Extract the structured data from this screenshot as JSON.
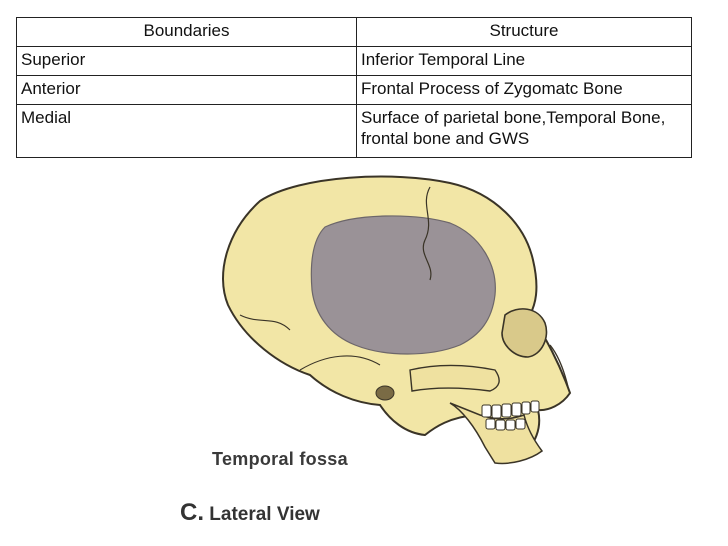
{
  "table": {
    "headers": [
      "Boundaries",
      "Structure"
    ],
    "rows": [
      {
        "boundary": "Superior",
        "structure": "Inferior Temporal Line"
      },
      {
        "boundary": "Anterior",
        "structure": "Frontal Process of Zygomatc Bone"
      },
      {
        "boundary": "Medial",
        "structure": "Surface of parietal bone,Temporal Bone, frontal bone and GWS"
      }
    ]
  },
  "figure": {
    "caption_label": "Temporal fossa",
    "view_letter": "C.",
    "view_label": "Lateral View",
    "colors": {
      "bone": "#f2e6a6",
      "fossa": "#9a9297",
      "outline": "#3a3427"
    }
  }
}
